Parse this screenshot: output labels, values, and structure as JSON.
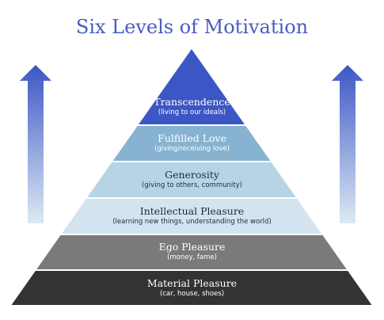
{
  "title": "Six Levels of Motivation",
  "levels": [
    {
      "name": "Transcendence",
      "subtitle": "(living to our ideals)",
      "color": "#3d56c5"
    },
    {
      "name": "Fulfilled Love",
      "subtitle": "(giving/receiving love)",
      "color": "#87b3d1"
    },
    {
      "name": "Generosity",
      "subtitle": "(giving to others, community)",
      "color": "#b6d4e6"
    },
    {
      "name": "Intellectual Pleasure",
      "subtitle": "(learning new things, understanding the world)",
      "color": "#d2e4f0"
    },
    {
      "name": "Ego Pleasure",
      "subtitle": "(money, fame)",
      "color": "#7a7a7a"
    },
    {
      "name": "Material Pleasure",
      "subtitle": "(car, house, shoes)",
      "color": "#333333"
    }
  ],
  "arrows": {
    "top_color": "#3d56c5",
    "bottom_color": "#dde9f3",
    "icon": "up-arrow-icon"
  }
}
